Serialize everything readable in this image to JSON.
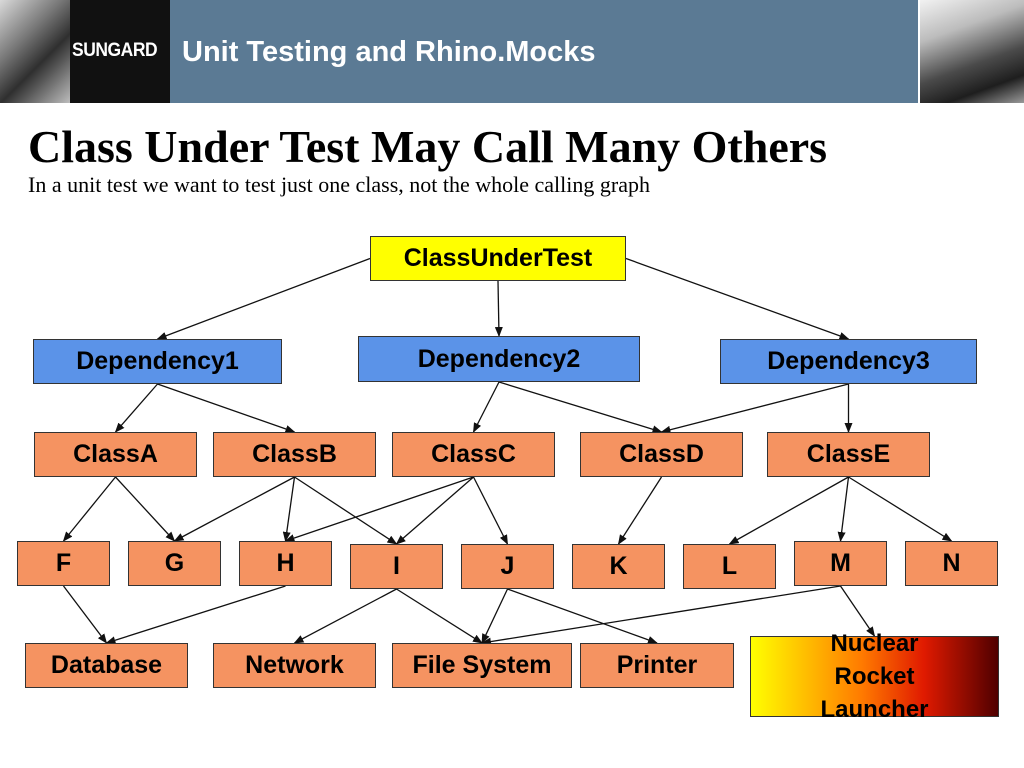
{
  "header": {
    "logo_text": "SUNGARD",
    "title": "Unit Testing and Rhino.Mocks"
  },
  "slide": {
    "title": "Class Under Test May Call Many Others",
    "subtitle": "In a unit test we want to test just one class, not the whole calling graph"
  },
  "diagram": {
    "nodes": {
      "class_under_test": "ClassUnderTest",
      "dependency1": "Dependency1",
      "dependency2": "Dependency2",
      "dependency3": "Dependency3",
      "class_a": "ClassA",
      "class_b": "ClassB",
      "class_c": "ClassC",
      "class_d": "ClassD",
      "class_e": "ClassE",
      "f": "F",
      "g": "G",
      "h": "H",
      "i": "I",
      "j": "J",
      "k": "K",
      "l": "L",
      "m": "M",
      "n": "N",
      "database": "Database",
      "network": "Network",
      "file_system": "File System",
      "printer": "Printer",
      "nuclear_rocket_launcher": "Nuclear Rocket Launcher"
    },
    "edges": [
      [
        "class_under_test",
        "dependency1"
      ],
      [
        "class_under_test",
        "dependency2"
      ],
      [
        "class_under_test",
        "dependency3"
      ],
      [
        "dependency1",
        "class_a"
      ],
      [
        "dependency1",
        "class_b"
      ],
      [
        "dependency2",
        "class_c"
      ],
      [
        "dependency2",
        "class_d"
      ],
      [
        "dependency3",
        "class_d"
      ],
      [
        "dependency3",
        "class_e"
      ],
      [
        "class_a",
        "f"
      ],
      [
        "class_a",
        "g"
      ],
      [
        "class_b",
        "g"
      ],
      [
        "class_b",
        "h"
      ],
      [
        "class_b",
        "i"
      ],
      [
        "class_c",
        "h"
      ],
      [
        "class_c",
        "i"
      ],
      [
        "class_c",
        "j"
      ],
      [
        "class_d",
        "k"
      ],
      [
        "class_e",
        "l"
      ],
      [
        "class_e",
        "m"
      ],
      [
        "class_e",
        "n"
      ],
      [
        "f",
        "database"
      ],
      [
        "h",
        "database"
      ],
      [
        "i",
        "network"
      ],
      [
        "i",
        "file_system"
      ],
      [
        "j",
        "file_system"
      ],
      [
        "j",
        "printer"
      ],
      [
        "m",
        "file_system"
      ],
      [
        "m",
        "nuclear_rocket_launcher"
      ]
    ],
    "colors": {
      "root": "#ffff00",
      "dependency": "#5b93e8",
      "class": "#f59361",
      "header_bar": "#5b7a94",
      "edge": "#111111"
    }
  }
}
